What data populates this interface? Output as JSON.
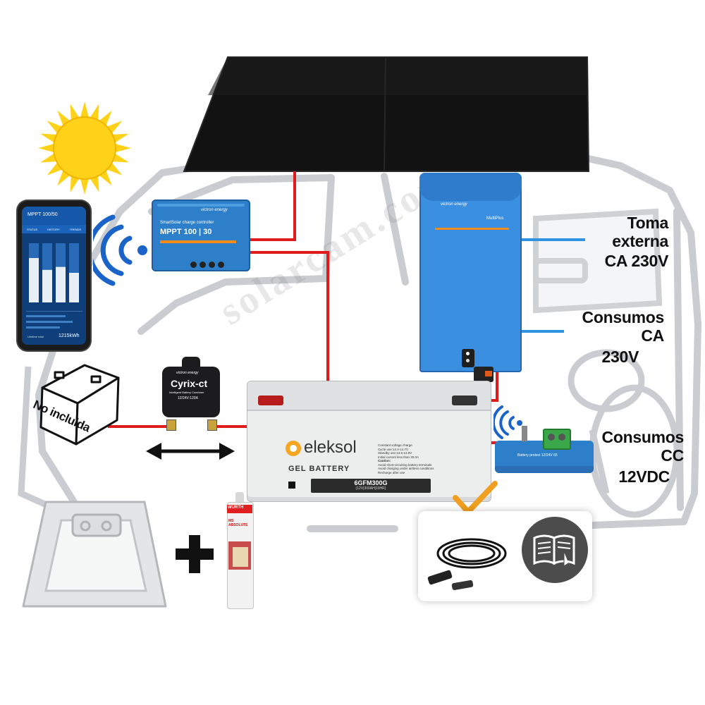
{
  "labels": {
    "external_inlet_line1": "Toma externa",
    "external_inlet_line2": "CA 230V",
    "ac_loads_line1": "Consumos CA",
    "ac_loads_line2": "230V",
    "dc_loads_line1": "Consumos CC",
    "dc_loads_line2": "12VDC",
    "starter_battery_note": "No incluida"
  },
  "charge_controller": {
    "brand": "victron energy",
    "subtitle": "SmartSolar charge controller",
    "model": "MPPT 100 | 30"
  },
  "inverter": {
    "brand": "victron energy",
    "model": "MultiPlus"
  },
  "battery_combiner": {
    "brand": "victron energy",
    "model": "Cyrix-ct",
    "subtitle": "Intelligent Battery Combiner",
    "rating": "12/24V-120A"
  },
  "battery": {
    "brand": "eleksol",
    "type": "GEL BATTERY",
    "model": "6GFM300G",
    "spec": "(12V|300AH|10HR)",
    "spec_lines": [
      "Constant voltage charge",
      "Cycle use:14.4-14.7V",
      "Standby use:13.5-13.8V",
      "Initial current less than 30.0A",
      "Caution:",
      "Avoid short-circuiting battery terminals",
      "Avoid charging under airtless conditions",
      "Recharge after use"
    ]
  },
  "battery_protect": {
    "label": "Battery protect 12/24V 65"
  },
  "phone_app": {
    "title": "MPPT 100/50",
    "tabs": [
      "STATUS",
      "HISTORY",
      "TRENDS"
    ],
    "footer_value": "1215kWh",
    "footer_label": "Lifetime total",
    "bar_levels": [
      0.75,
      0.55,
      0.6,
      0.5
    ]
  },
  "sealant": {
    "brand": "WÜRTH",
    "product": "MS ABSOLUTE"
  },
  "watermark": "solarcam.com",
  "colors": {
    "victron_blue": "#2d7fc9",
    "wire_red": "#e01b1b",
    "label_line_blue": "#2e93e0",
    "check_orange": "#f0a020",
    "sun_yellow": "#ffd21a",
    "panel_black": "#121212"
  }
}
